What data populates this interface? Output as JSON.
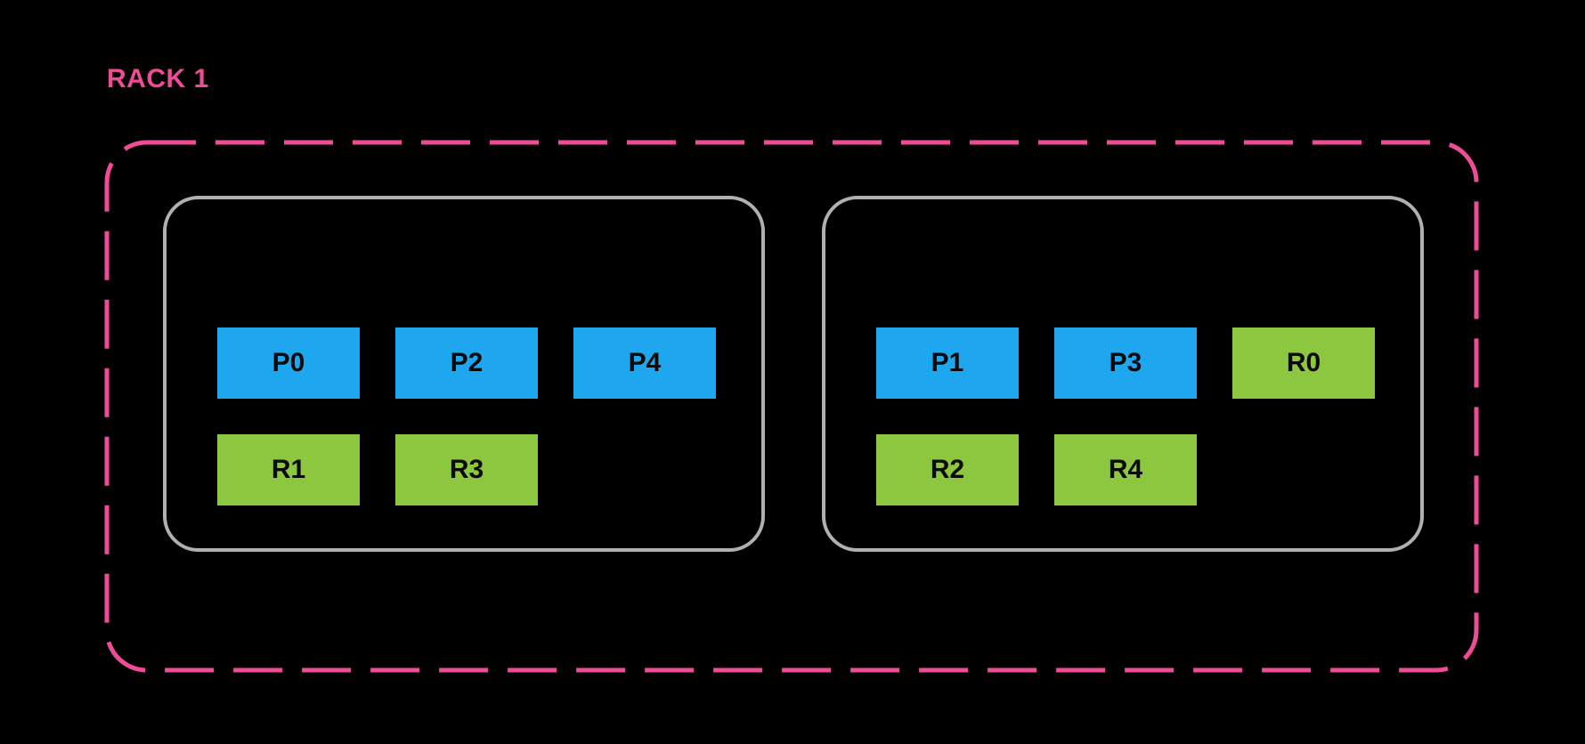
{
  "title": "RACK 1",
  "colors": {
    "background": "#000000",
    "rack_outline": "#EE4C97",
    "title_text": "#EE4C97",
    "host_outline": "#B0B0B0",
    "primary_fill": "#1EA7EE",
    "replica_fill": "#8DC63F",
    "node_label": "#0A0A0A"
  },
  "rack": {
    "hosts": [
      {
        "nodes": [
          {
            "label": "P0",
            "role": "primary",
            "row": 0,
            "col": 0
          },
          {
            "label": "P2",
            "role": "primary",
            "row": 0,
            "col": 1
          },
          {
            "label": "P4",
            "role": "primary",
            "row": 0,
            "col": 2
          },
          {
            "label": "R1",
            "role": "replica",
            "row": 1,
            "col": 0
          },
          {
            "label": "R3",
            "role": "replica",
            "row": 1,
            "col": 1
          }
        ]
      },
      {
        "nodes": [
          {
            "label": "P1",
            "role": "primary",
            "row": 0,
            "col": 0
          },
          {
            "label": "P3",
            "role": "primary",
            "row": 0,
            "col": 1
          },
          {
            "label": "R0",
            "role": "replica",
            "row": 0,
            "col": 2
          },
          {
            "label": "R2",
            "role": "replica",
            "row": 1,
            "col": 0
          },
          {
            "label": "R4",
            "role": "replica",
            "row": 1,
            "col": 1
          }
        ]
      }
    ]
  }
}
